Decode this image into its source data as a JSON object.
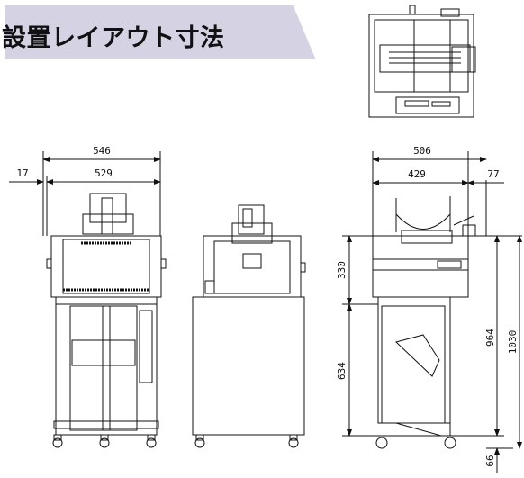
{
  "header": {
    "title": "設置レイアウト寸法",
    "banner_color": "#d5d2e3"
  },
  "front_view": {
    "dims": {
      "overall_width": "546",
      "body_width": "529",
      "side_offset": "17"
    }
  },
  "side_view": {
    "dims": {
      "overall_depth": "506",
      "body_depth": "429",
      "protrusion": "77",
      "upper_height": "330",
      "stand_height": "634",
      "table_height": "964",
      "total_height": "1030",
      "caster_height": "66"
    }
  }
}
